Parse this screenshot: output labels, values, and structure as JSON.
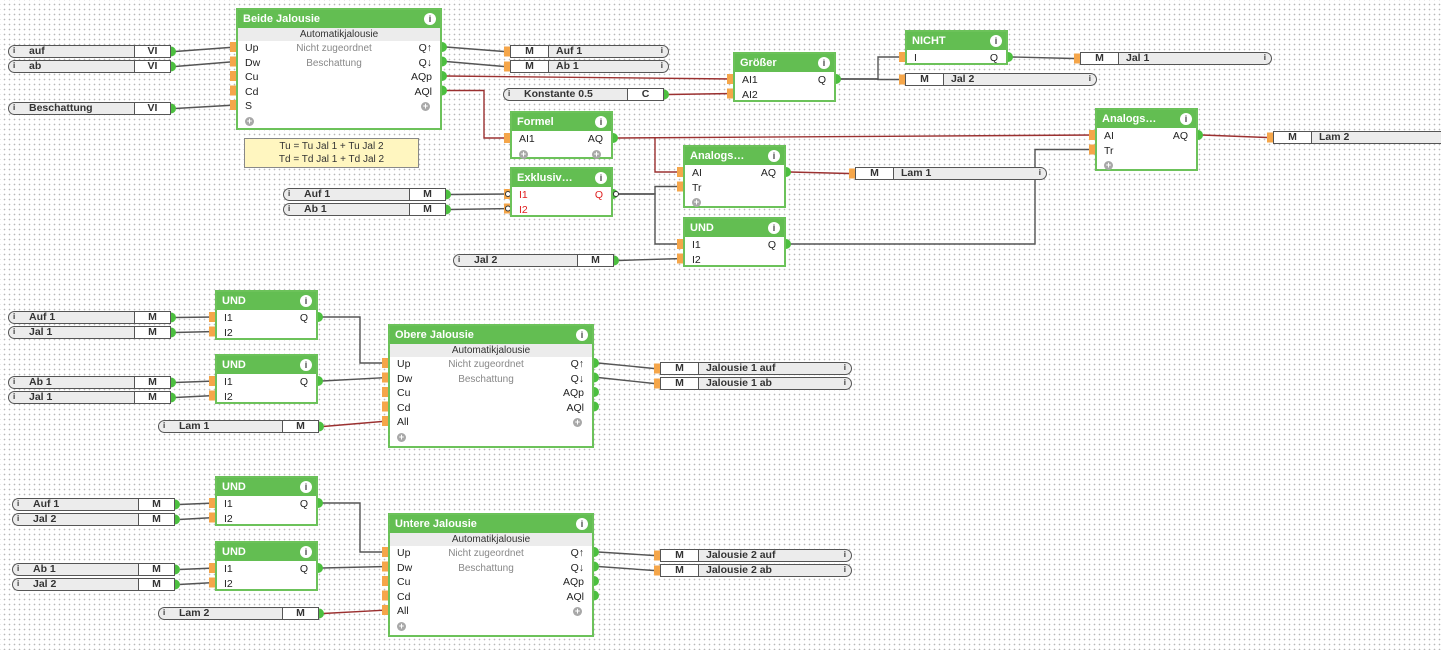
{
  "colors": {
    "block_border": "#6cc25a",
    "block_header": "#63be52",
    "wire_digital": "#555555",
    "wire_analog": "#9b3030",
    "port_in": "#f5a64a",
    "port_out": "#4cbf3f",
    "negated_label": "#e02020",
    "note_bg": "#fff6c0"
  },
  "blocks": [
    {
      "id": "beide",
      "title": "Beide Jalousie",
      "subtitle": "Automatikjalousie",
      "mid": [
        "Nicht zugeordnet",
        "Beschattung"
      ],
      "inputs": [
        "Up",
        "Dw",
        "Cu",
        "Cd",
        "S"
      ],
      "outputs": [
        "Q↑",
        "Q↓",
        "AQp",
        "AQl"
      ]
    },
    {
      "id": "groesser",
      "title": "Größer",
      "inputs": [
        "AI1",
        "AI2"
      ],
      "outputs": [
        "Q"
      ]
    },
    {
      "id": "nicht",
      "title": "NICHT",
      "inputs": [
        "I"
      ],
      "outputs": [
        "Q"
      ]
    },
    {
      "id": "formel",
      "title": "Formel",
      "inputs": [
        "AI1"
      ],
      "outputs": [
        "AQ"
      ]
    },
    {
      "id": "exklusiv",
      "title": "Exklusiv…",
      "inputs": [
        "I1",
        "I2"
      ],
      "outputs": [
        "Q"
      ],
      "negated": true
    },
    {
      "id": "analog1",
      "title": "Analogs…",
      "inputs": [
        "AI",
        "Tr"
      ],
      "outputs": [
        "AQ"
      ]
    },
    {
      "id": "und_top",
      "title": "UND",
      "inputs": [
        "I1",
        "I2"
      ],
      "outputs": [
        "Q"
      ]
    },
    {
      "id": "analog2",
      "title": "Analogs…",
      "inputs": [
        "AI",
        "Tr"
      ],
      "outputs": [
        "AQ"
      ]
    },
    {
      "id": "und_o1",
      "title": "UND",
      "inputs": [
        "I1",
        "I2"
      ],
      "outputs": [
        "Q"
      ]
    },
    {
      "id": "und_o2",
      "title": "UND",
      "inputs": [
        "I1",
        "I2"
      ],
      "outputs": [
        "Q"
      ]
    },
    {
      "id": "obere",
      "title": "Obere Jalousie",
      "subtitle": "Automatikjalousie",
      "mid": [
        "Nicht zugeordnet",
        "Beschattung"
      ],
      "inputs": [
        "Up",
        "Dw",
        "Cu",
        "Cd",
        "All"
      ],
      "outputs": [
        "Q↑",
        "Q↓",
        "AQp",
        "AQl"
      ]
    },
    {
      "id": "und_u1",
      "title": "UND",
      "inputs": [
        "I1",
        "I2"
      ],
      "outputs": [
        "Q"
      ]
    },
    {
      "id": "und_u2",
      "title": "UND",
      "inputs": [
        "I1",
        "I2"
      ],
      "outputs": [
        "Q"
      ]
    },
    {
      "id": "untere",
      "title": "Untere Jalousie",
      "subtitle": "Automatikjalousie",
      "mid": [
        "Nicht zugeordnet",
        "Beschattung"
      ],
      "inputs": [
        "Up",
        "Dw",
        "Cu",
        "Cd",
        "All"
      ],
      "outputs": [
        "Q↑",
        "Q↓",
        "AQp",
        "AQl"
      ]
    }
  ],
  "inputs": [
    {
      "name": "auf",
      "type": "VI"
    },
    {
      "name": "ab",
      "type": "VI"
    },
    {
      "name": "Beschattung",
      "type": "VI"
    },
    {
      "name": "Konstante 0.5",
      "type": "C"
    },
    {
      "name": "Auf 1",
      "type": "M"
    },
    {
      "name": "Ab 1",
      "type": "M"
    },
    {
      "name": "Jal 2",
      "type": "M"
    },
    {
      "name": "Auf 1",
      "type": "M"
    },
    {
      "name": "Jal 1",
      "type": "M"
    },
    {
      "name": "Ab 1",
      "type": "M"
    },
    {
      "name": "Jal 1",
      "type": "M"
    },
    {
      "name": "Lam 1",
      "type": "M"
    },
    {
      "name": "Auf 1",
      "type": "M"
    },
    {
      "name": "Jal 2",
      "type": "M"
    },
    {
      "name": "Ab 1",
      "type": "M"
    },
    {
      "name": "Jal 2",
      "type": "M"
    },
    {
      "name": "Lam 2",
      "type": "M"
    }
  ],
  "outputs": [
    {
      "name": "Auf 1",
      "type": "M"
    },
    {
      "name": "Ab 1",
      "type": "M"
    },
    {
      "name": "Jal 1",
      "type": "M"
    },
    {
      "name": "Jal 2",
      "type": "M"
    },
    {
      "name": "Lam 2",
      "type": "M"
    },
    {
      "name": "Lam 1",
      "type": "M"
    },
    {
      "name": "Jalousie 1 auf",
      "type": "M"
    },
    {
      "name": "Jalousie 1 ab",
      "type": "M"
    },
    {
      "name": "Jalousie 2 auf",
      "type": "M"
    },
    {
      "name": "Jalousie 2 ab",
      "type": "M"
    }
  ],
  "note": {
    "lines": [
      "Tu = Tu Jal 1 + Tu Jal 2",
      "Td = Td Jal 1 + Td Jal 2"
    ]
  },
  "icons": {
    "info": "i",
    "plus": "+"
  }
}
